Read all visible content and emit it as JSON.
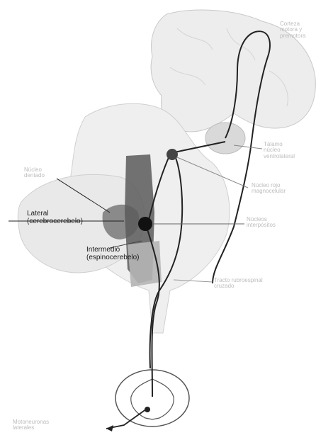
{
  "labels": {
    "cortex_top": "Corteza\nmotora y\npremotora",
    "nucleus_dentate": "Núcleo\ndentado",
    "lateral": "Lateral\n(cerebrocerebelo)",
    "intermediate": "Intermedio\n(espinocerebelo)",
    "talamo": "Tálamo\nnúcleo\nventrolateral",
    "nucleo_rojo": "Núcleo rojo\nmagnocelular",
    "nucleos_intermedios": "Núcleos\ninterpósitos",
    "tracto": "Tracto rubroespinal\ncruzado",
    "bottom": "Motoneuronas\nlaterales"
  },
  "colors": {
    "outline_faint": "#c9c9c9",
    "fill_light": "#e6e6e6",
    "fill_mid": "#c4c4c4",
    "fill_dark": "#4a4a4a",
    "pathway": "#222222"
  }
}
